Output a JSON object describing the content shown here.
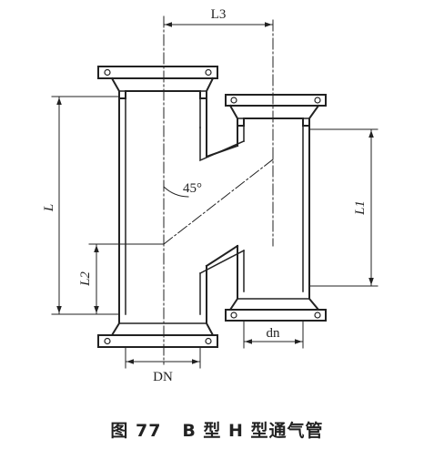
{
  "labels": {
    "L": "L",
    "L1": "L1",
    "L2": "L2",
    "L3": "L3",
    "DN": "DN",
    "dn": "dn",
    "angle": "45°"
  },
  "caption": "图 77   B 型 H 型通气管"
}
